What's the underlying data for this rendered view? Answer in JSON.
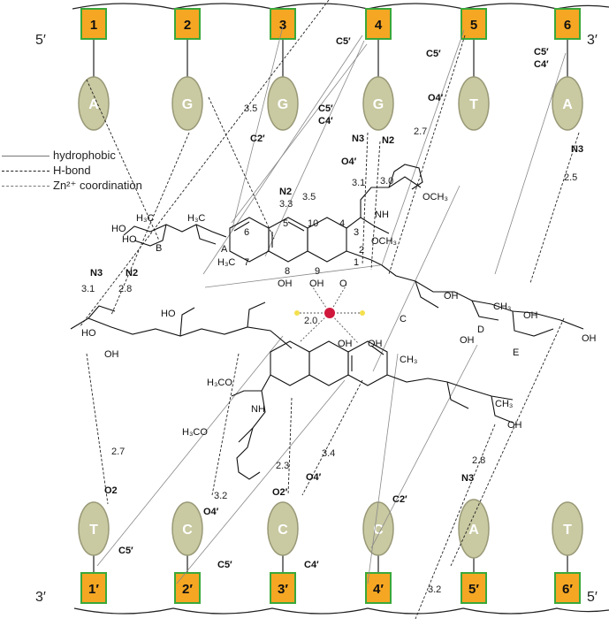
{
  "strand_top": {
    "end_left": "5′",
    "end_right": "3′",
    "positions": [
      "1",
      "2",
      "3",
      "4",
      "5",
      "6"
    ],
    "bases": [
      "A",
      "G",
      "G",
      "G",
      "T",
      "A"
    ]
  },
  "strand_bottom": {
    "end_left": "3′",
    "end_right": "5′",
    "positions": [
      "1′",
      "2′",
      "3′",
      "4′",
      "5′",
      "6′"
    ],
    "bases": [
      "T",
      "C",
      "C",
      "C",
      "A",
      "T"
    ]
  },
  "legend": {
    "hydrophobic": "hydrophobic",
    "hbond": "H-bond",
    "zn": "Zn²⁺ coordination"
  },
  "atom_labels": {
    "c5p_top3": "C5′",
    "c5p_top4": "C5′",
    "c4p_top4": "C4′",
    "c5p_top5": "C5′",
    "c5p_top6": "C5′",
    "c4p_top6": "C4′",
    "c2p_top3": "C2′",
    "o4p_top4": "O4′",
    "o4p_top5": "O4′",
    "n3_top4": "N3",
    "n2_top4": "N2",
    "n2_top3": "N2",
    "n3_top6": "N3",
    "n3_top1": "N3",
    "n2_top2": "N2",
    "o2_bot1": "O2",
    "c5p_bot1": "C5′",
    "o4p_bot2": "O4′",
    "c5p_bot2": "C5′",
    "o2p_bot3": "O2′",
    "c4p_bot3": "C4′",
    "o4p_bot3": "O4′",
    "c2p_bot4": "C2′",
    "n3_bot5": "N3"
  },
  "distances": {
    "d1": "3.5",
    "d2": "2.7",
    "d3": "3.1",
    "d4": "3.0",
    "d5": "3.3",
    "d6": "3.5",
    "d7": "2.5",
    "d8": "3.1",
    "d9": "2.8",
    "d10": "2.0",
    "d11": "2.7",
    "d12": "3.2",
    "d13": "2.3",
    "d14": "3.4",
    "d15": "2.8",
    "d16": "3.2"
  },
  "molecule_labels": {
    "ring_a": "A",
    "ring_b": "B",
    "ring_c": "C",
    "ring_d": "D",
    "ring_e": "E",
    "n1": "1",
    "n2": "2",
    "n3": "3",
    "n4": "4",
    "n5": "5",
    "n6": "6",
    "n7": "7",
    "n8": "8",
    "n9": "9",
    "n10": "10",
    "ome": "OCH₃",
    "h3c": "H₃C",
    "ch3": "CH₃",
    "oh": "OH",
    "ho": "HO",
    "nh": "NH",
    "o": "O",
    "methyl_ester": "OCH₃",
    "h3co": "H₃CO"
  },
  "colors": {
    "nucleotide_box": "#f5a623",
    "box_border": "#3aa83a",
    "base_fill": "#c9c9a2",
    "base_border": "#999977",
    "zinc": "#d0183c",
    "water": "#f4e04d"
  }
}
